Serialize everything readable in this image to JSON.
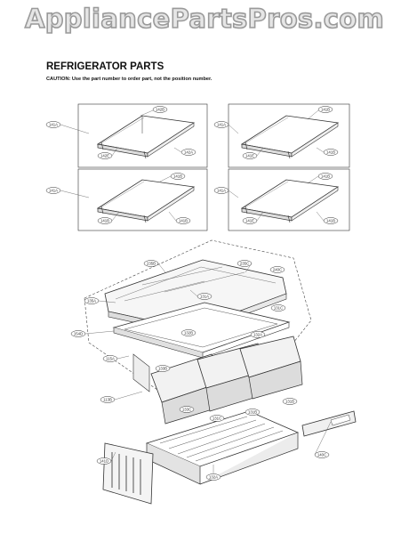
{
  "watermark": "AppliancePartsPros.com",
  "heading": {
    "title": "REFRIGERATOR PARTS",
    "caution": "CAUTION: Use the part number to order part, not the position number."
  },
  "shelf_panels": [
    {
      "callouts": [
        "141A",
        "142B",
        "142E",
        "142A"
      ]
    },
    {
      "callouts": [
        "141A",
        "141B",
        "141E",
        "141B"
      ]
    },
    {
      "callouts": [
        "141A",
        "141B",
        "141B",
        "141B"
      ]
    },
    {
      "callouts": [
        "141A",
        "141B",
        "141E",
        "141B"
      ]
    }
  ],
  "assembly_callouts": [
    "235B",
    "235C",
    "240C",
    "135A",
    "131A",
    "131C",
    "132A",
    "132B",
    "154D",
    "115A",
    "133B",
    "113B",
    "133C",
    "131C",
    "131B",
    "131B",
    "141D",
    "140C",
    "132A"
  ]
}
